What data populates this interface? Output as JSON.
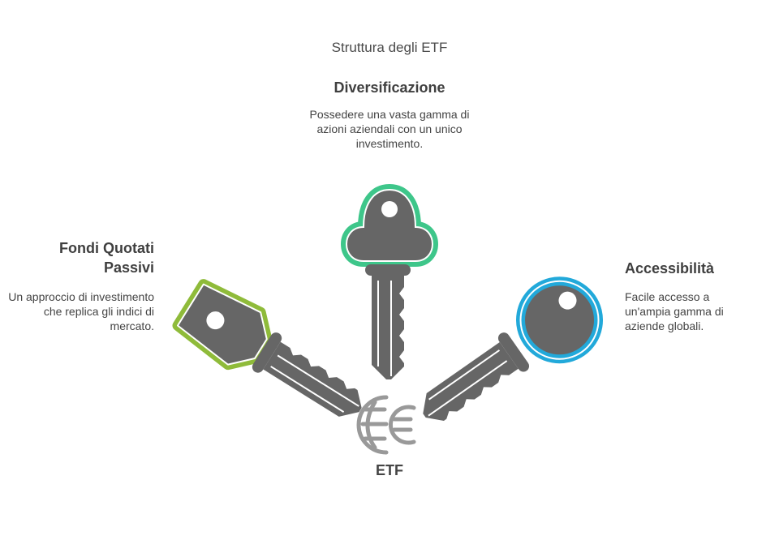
{
  "title": "Struttura degli ETF",
  "center": {
    "label": "ETF",
    "icon": "globe-euro-icon"
  },
  "items": [
    {
      "heading": "Diversificazione",
      "description": "Possedere una vasta gamma di azioni aziendali con un unico investimento.",
      "color": "#3ec68a"
    },
    {
      "heading": "Fondi Quotati Passivi",
      "description": "Un approccio di investimento che replica gli indici di mercato.",
      "color": "#8fbb3a"
    },
    {
      "heading": "Accessibilità",
      "description": "Facile accesso a un'ampia gamma di aziende globali.",
      "color": "#22a9da"
    }
  ]
}
